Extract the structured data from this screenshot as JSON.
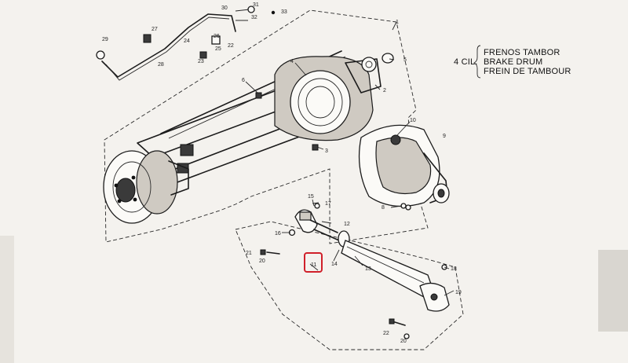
{
  "header": {
    "cylinders": "4 CIL.",
    "lines": [
      "FRENOS TAMBOR",
      "BRAKE DRUM",
      "FREIN DE TAMBOUR"
    ]
  },
  "callouts": {
    "c1": "1",
    "c2": "2",
    "c3": "3",
    "c4": "4",
    "c5": "5",
    "c6": "6",
    "c8": "8",
    "c9": "9",
    "c10": "10",
    "c11": "11",
    "c12": "12",
    "c13": "13",
    "c14": "14",
    "c15": "15",
    "c16": "16",
    "c17": "17",
    "c18": "18",
    "c19": "19",
    "c20a": "20",
    "c20b": "20",
    "c21": "21",
    "c22a": "22",
    "c22b": "22",
    "c23": "23",
    "c24": "24",
    "c25": "25",
    "c26": "26",
    "c27": "27",
    "c28": "28",
    "c29": "29",
    "c30": "30",
    "c31": "31",
    "c32": "32",
    "c33": "33"
  },
  "highlight": {
    "part": "11",
    "color": "#d0202a"
  },
  "colors": {
    "paper": "#f4f2ee",
    "ink": "#1b1b1b"
  }
}
